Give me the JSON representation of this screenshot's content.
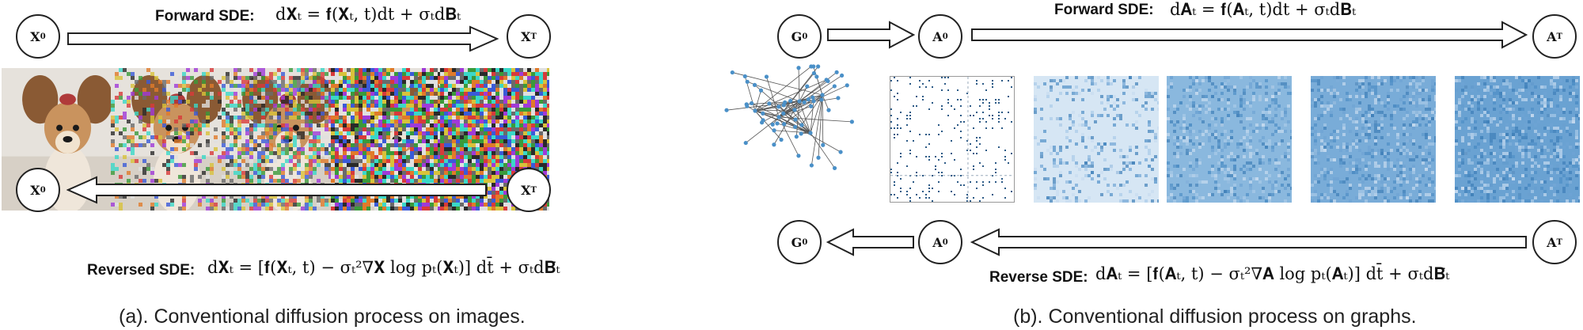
{
  "left": {
    "node_x0_top": "X",
    "node_x0_top_sub": "0",
    "node_xT_top": "X",
    "node_xT_top_sub": "T",
    "node_x0_bottom": "X",
    "node_x0_bottom_sub": "0",
    "node_xT_bottom": "X",
    "node_xT_bottom_sub": "T",
    "forward_label": "Forward SDE:",
    "forward_eq": "d𝐗ₜ = 𝐟(𝐗ₜ, t)dt + σₜd𝐁ₜ",
    "reverse_label": "Reversed SDE:",
    "reverse_eq": "d𝐗ₜ = [𝐟(𝐗ₜ, t) − σₜ²∇𝐗 log pₜ(𝐗ₜ)] dt̄ + σₜd𝐁̄ₜ",
    "caption": "(a). Conventional diffusion process on images."
  },
  "right": {
    "node_g0_top": "G",
    "node_g0_top_sub": "0",
    "node_a0_top": "A",
    "node_a0_top_sub": "0",
    "node_aT_top": "A",
    "node_aT_top_sub": "T",
    "node_g0_bottom": "G",
    "node_g0_bottom_sub": "0",
    "node_a0_bottom": "A",
    "node_a0_bottom_sub": "0",
    "node_aT_bottom": "A",
    "node_aT_bottom_sub": "T",
    "forward_label": "Forward SDE:",
    "forward_eq": "d𝐀ₜ = 𝐟(𝐀ₜ, t)dt + σₜd𝐁ₜ",
    "reverse_label": "Reverse SDE:",
    "reverse_eq": "d𝐀ₜ = [𝐟(𝐀ₜ, t) − σₜ²∇𝐀 log pₜ(𝐀ₜ)] dt̄ + σₜd𝐁̄ₜ",
    "caption": "(b). Conventional diffusion process on graphs."
  },
  "colors": {
    "stroke": "#222222",
    "dog_fur": "#c9935e",
    "matrix_blue": "#5b9bd0",
    "graph_node": "#4a90c8"
  },
  "image_noise_levels": [
    0,
    0.3,
    0.65,
    0.9,
    1.0
  ],
  "matrix_noise_levels": [
    0,
    0.25,
    0.6,
    0.8,
    1.0
  ]
}
